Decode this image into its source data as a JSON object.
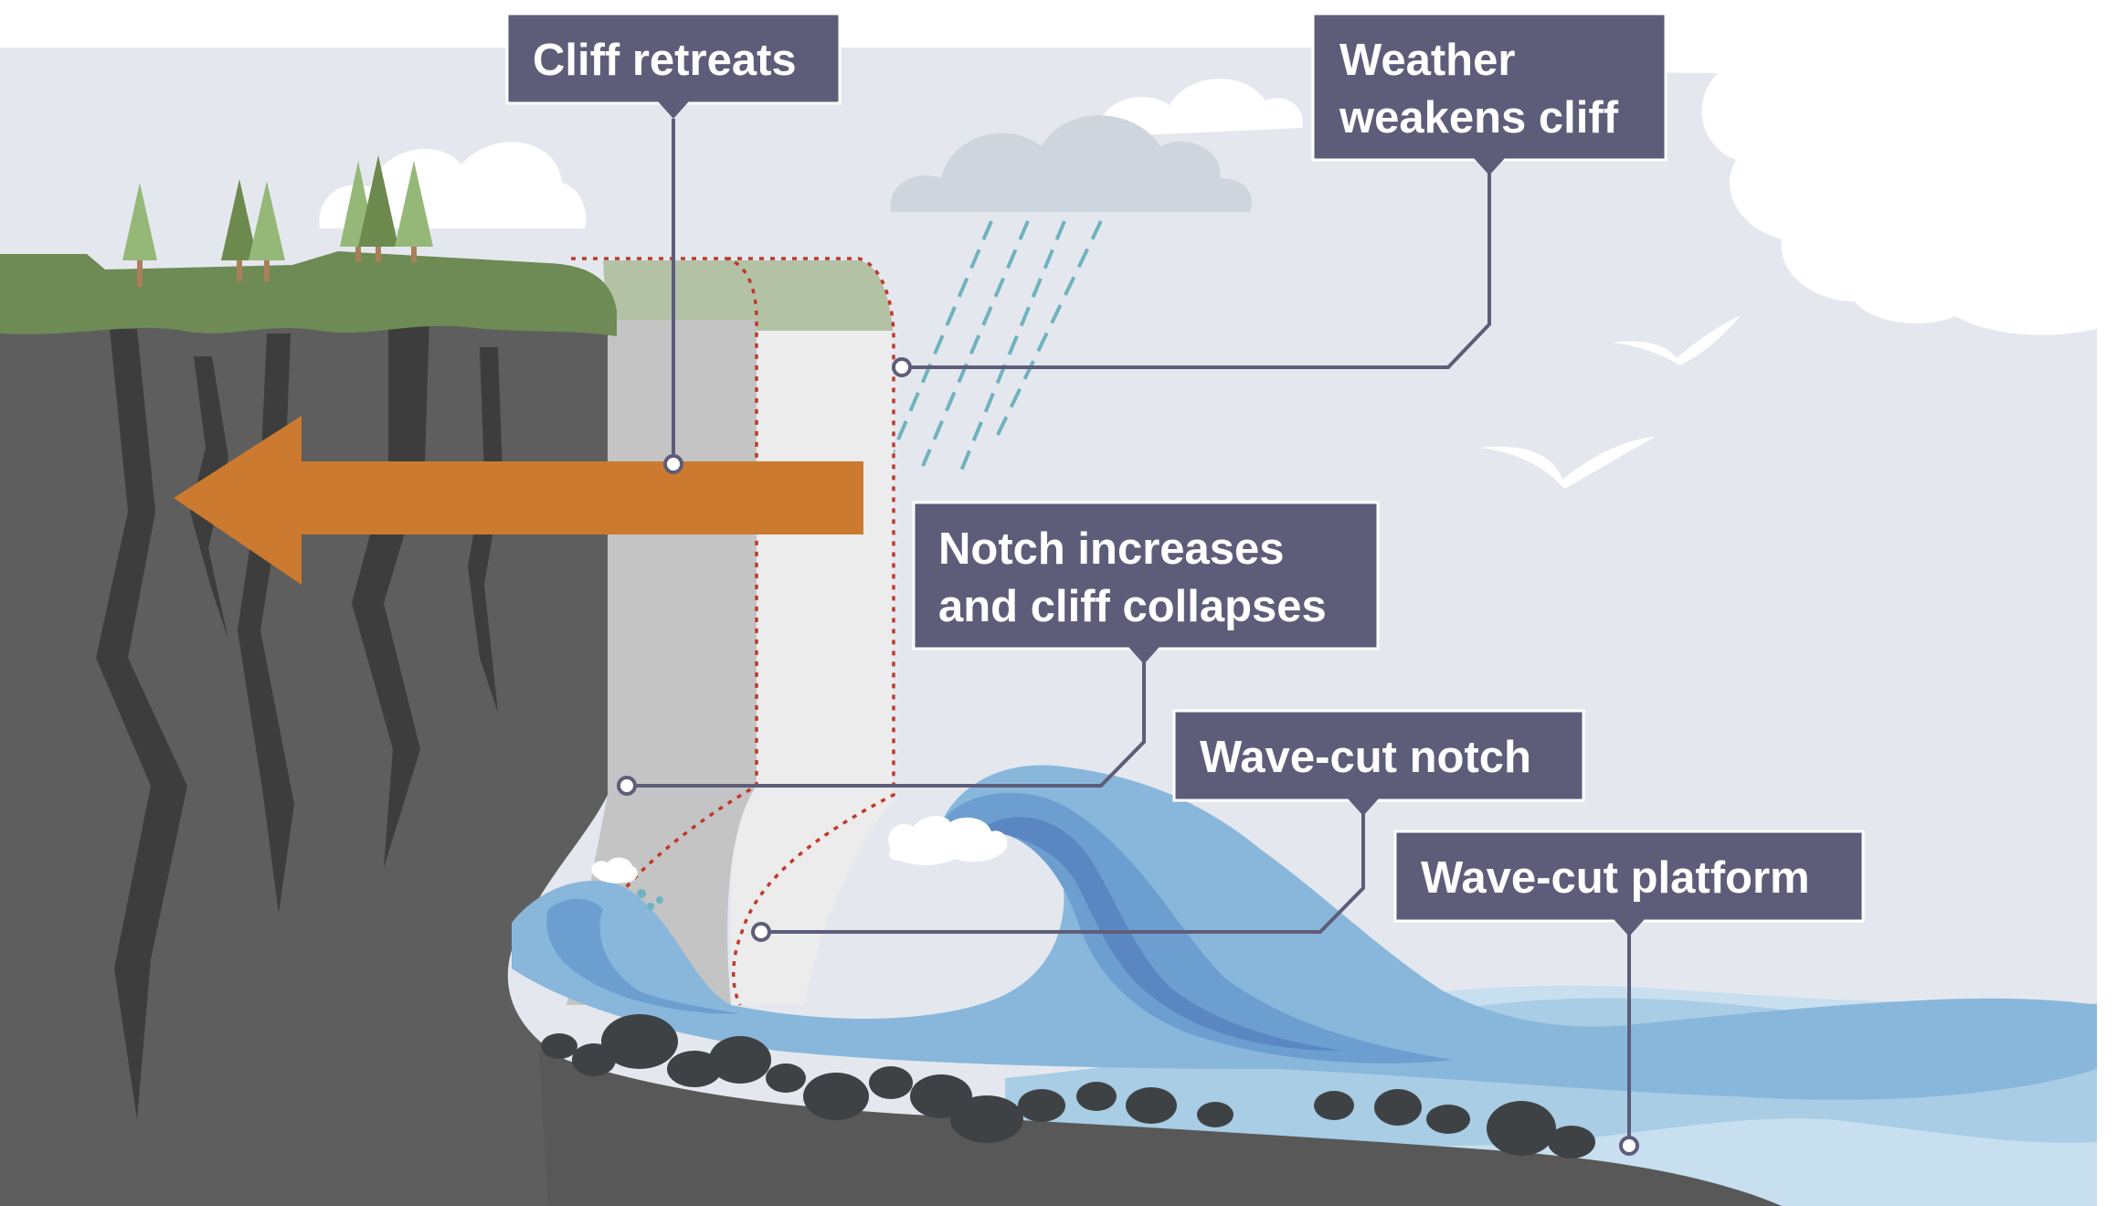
{
  "labels": {
    "cliff_retreats": "Cliff retreats",
    "weather_weakens": [
      "Weather",
      "weakens cliff"
    ],
    "notch_increases": [
      "Notch increases",
      "and cliff collapses"
    ],
    "wave_cut_notch": "Wave-cut notch",
    "wave_cut_platform": "Wave-cut platform"
  },
  "colors": {
    "sky": "#e4e8ee",
    "cloud_white": "#ffffff",
    "rain_cloud": "#cfd5dd",
    "rain": "#6fb3bf",
    "grass": "#6e8a55",
    "grass_ghost": "#b3c2a5",
    "tree_dark": "#6d8a4e",
    "tree_light": "#95b878",
    "tree_trunk": "#a9805a",
    "cliff_rock": "#5e5e5e",
    "cliff_crack": "#3d3d3d",
    "retreat_zone_1": "#c4c4c4",
    "retreat_zone_2": "#ececec",
    "collapse_line": "#c0392b",
    "arrow": "#cc7a2f",
    "wave_light": "#88b7db",
    "wave_mid": "#6c9fd0",
    "wave_dark": "#5a87c2",
    "sea_back": "#a8cde4",
    "sea_far": "#c7dfee",
    "platform": "#585858",
    "boulder": "#3f4244",
    "label_box": "#5e5d79",
    "leader_line": "#5e5d79",
    "birds": "#ffffff"
  }
}
